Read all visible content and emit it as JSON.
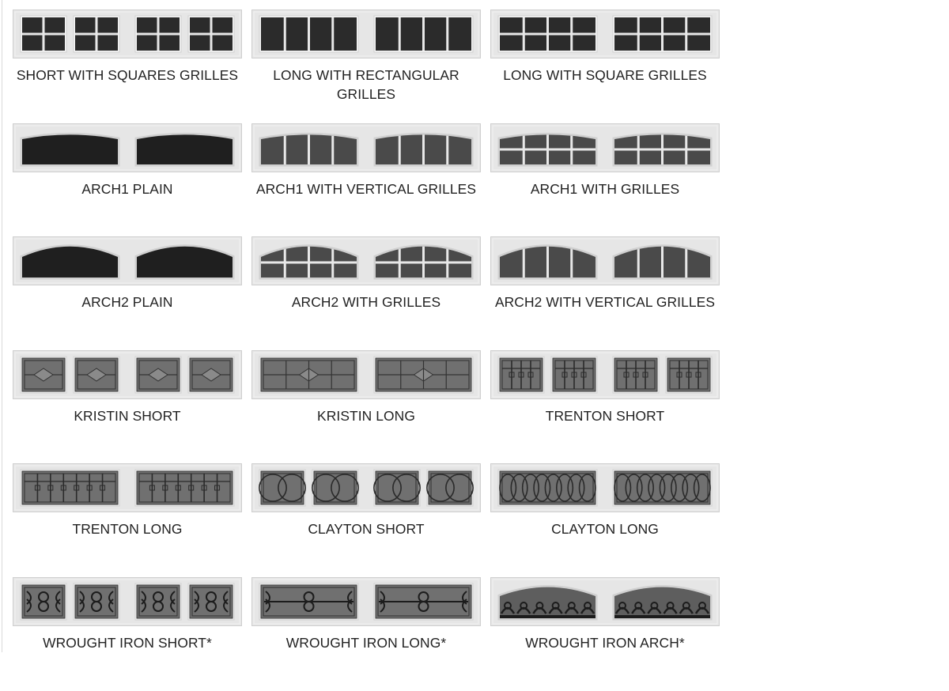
{
  "colors": {
    "panel": "#e6e6e6",
    "panel_border": "#cfcfcf",
    "glass_dark": "#2b2b2b",
    "glass_grey": "#4a4a4a",
    "decor_glass": "#707070",
    "frame_white": "#f7f7f7",
    "text": "#222222"
  },
  "options": [
    {
      "label": "SHORT WITH SQUARES GRILLES",
      "style": "short-squares"
    },
    {
      "label": "LONG WITH RECTANGULAR GRILLES",
      "style": "long-rect"
    },
    {
      "label": "LONG WITH SQUARE GRILLES",
      "style": "long-square"
    },
    {
      "label": "ARCH1 PLAIN",
      "style": "arch1-plain"
    },
    {
      "label": "ARCH1 WITH VERTICAL GRILLES",
      "style": "arch1-vertical"
    },
    {
      "label": "ARCH1 WITH GRILLES",
      "style": "arch1-grilles"
    },
    {
      "label": "ARCH2 PLAIN",
      "style": "arch2-plain"
    },
    {
      "label": "ARCH2 WITH GRILLES",
      "style": "arch2-grilles"
    },
    {
      "label": "ARCH2 WITH VERTICAL GRILLES",
      "style": "arch2-vertical"
    },
    {
      "label": "KRISTIN SHORT",
      "style": "kristin-short"
    },
    {
      "label": "KRISTIN LONG",
      "style": "kristin-long"
    },
    {
      "label": "TRENTON SHORT",
      "style": "trenton-short"
    },
    {
      "label": "TRENTON LONG",
      "style": "trenton-long"
    },
    {
      "label": "CLAYTON SHORT",
      "style": "clayton-short"
    },
    {
      "label": "CLAYTON LONG",
      "style": "clayton-long"
    },
    {
      "label": "WROUGHT IRON SHORT*",
      "style": "wrought-short"
    },
    {
      "label": "WROUGHT IRON LONG*",
      "style": "wrought-long"
    },
    {
      "label": "WROUGHT IRON ARCH*",
      "style": "wrought-arch"
    }
  ]
}
